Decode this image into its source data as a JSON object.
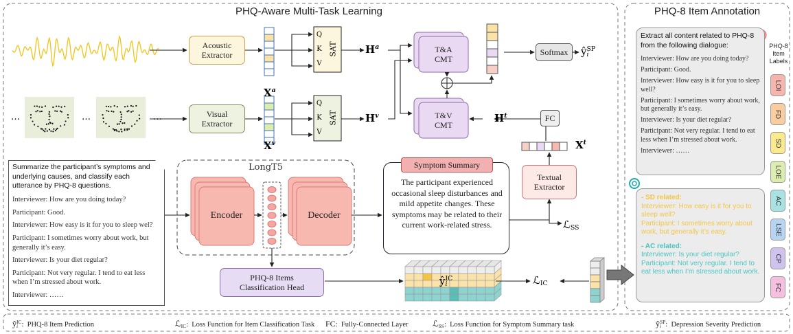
{
  "left_panel": {
    "title": "PHQ-Aware Multi-Task Learning"
  },
  "right_panel": {
    "title": "PHQ-8 Item Annotation"
  },
  "extractors": {
    "acoustic": [
      "Acoustic",
      "Extractor"
    ],
    "visual": [
      "Visual",
      "Extractor"
    ],
    "textual": [
      "Textual",
      "Extractor"
    ]
  },
  "sat": {
    "label": "SAT",
    "qkv": [
      "Q",
      "K",
      "V"
    ]
  },
  "cmt": {
    "ta": [
      "T&A",
      "CMT"
    ],
    "tv": [
      "T&V",
      "CMT"
    ]
  },
  "ops": {
    "softmax": "Softmax",
    "fc": "FC",
    "ellipsis": "…"
  },
  "longt5": {
    "title": "LongT5",
    "encoder": "Encoder",
    "decoder": "Decoder"
  },
  "classification_head": [
    "PHQ-8 Items",
    "Classification Head"
  ],
  "symptom_summary": {
    "header": "Symptom Summary",
    "text": "The participant experienced occasional sleep disturbances and mild appetite changes. These symptoms may be related to their current work-related stress."
  },
  "math": {
    "xa": "X^a",
    "xv": "X^v",
    "xt": "X^t",
    "ha": "H^a",
    "hv": "H^v",
    "ht": "H^t",
    "ysp": "ŷ_i^SP",
    "yic": "ŷ_i^IC",
    "lss": "ℒ_SS",
    "lic": "ℒ_IC"
  },
  "prompt_left": {
    "instruction": "Summarize the participant’s symptoms and underlying causes, and classify each utterance by PHQ-8 questions.",
    "lines": [
      "Interviewer: How are you doing today?",
      "Participant: Good.",
      "Interviewer: How easy is it for you to sleep wel?",
      "Participant: I sometimes worry about work, but generally it’s easy.",
      "Interviewer: Is your diet regular?",
      "Participant: Not very regular. I tend to eat less when I’m stressed about work.",
      "Interviewer: ……"
    ]
  },
  "prompt_right": {
    "instruction": "Extract all content related to PHQ-8 from the following dialogue:",
    "lines": [
      "Interviewer: How are you doing today?",
      "Participant: Good.",
      "Interviewer: How easy is it for you to sleep well?",
      "Participant: I sometimes worry about work, but generally it’s easy.",
      "Interviewer: Is your diet regular?",
      "Participant: Not very regular. I tend to eat less when I’m stressed about work.",
      "Interviewer: ……"
    ]
  },
  "response": {
    "sd_header": "- SD related:",
    "sd_lines": [
      "Interviewer: How easy is it for you to sleep well?",
      "Participant: I sometimes worry about work, but generally it’s easy."
    ],
    "ac_header": "- AC related:",
    "ac_lines": [
      "Interviewer: Is your diet regular?",
      "Participant: Not very regular. I tend to eat less when I’m stressed about work."
    ]
  },
  "item_labels_title": [
    "PHQ-8",
    "Item",
    "Labels"
  ],
  "item_labels": [
    {
      "label": "LOI",
      "color": "#f6b6ae"
    },
    {
      "label": "FD",
      "color": "#f9cda0"
    },
    {
      "label": "SD",
      "color": "#fbe98e"
    },
    {
      "label": "LOE",
      "color": "#dcedb0"
    },
    {
      "label": "AC",
      "color": "#a9e2e2"
    },
    {
      "label": "LSE",
      "color": "#b7d4f2"
    },
    {
      "label": "CP",
      "color": "#cfc2ee"
    },
    {
      "label": "FC",
      "color": "#f5c0e0"
    }
  ],
  "legend": [
    {
      "sym": "ŷ_i^IC",
      "suffix": ":",
      "text": "PHQ-8 Item Prediction"
    },
    {
      "sym": "ℒ_IC",
      "suffix": ":",
      "text": "Loss Function for Item Classification Task"
    },
    {
      "sym": "FC",
      "suffix": ":",
      "text": "Fully-Connected Layer"
    },
    {
      "sym": "ℒ_SS",
      "suffix": ":",
      "text": "Loss Function for Symptom Summary task"
    },
    {
      "sym": "ŷ_i^SP",
      "suffix": ":",
      "text": "Depression Severity Prediction"
    }
  ],
  "colors": {
    "extractor_fill": "#fdf6df",
    "extractor_border": "#c7a24a",
    "visual_fill": "#eef2e0",
    "cmt_fill": "#e9d9f2",
    "cmt_border": "#8e6aa8",
    "summary_header": "#f2b0b0",
    "head_fill": "#e6dcf3",
    "encoder": "#f7b8b0",
    "acoustic_wave": "#f0c419",
    "seq_blue": "#3f6fb0",
    "teal": "#8ed3cf",
    "yellow_cell": "#fbe2a8",
    "response_orange": "#f4c545",
    "response_teal": "#49c6c2"
  }
}
